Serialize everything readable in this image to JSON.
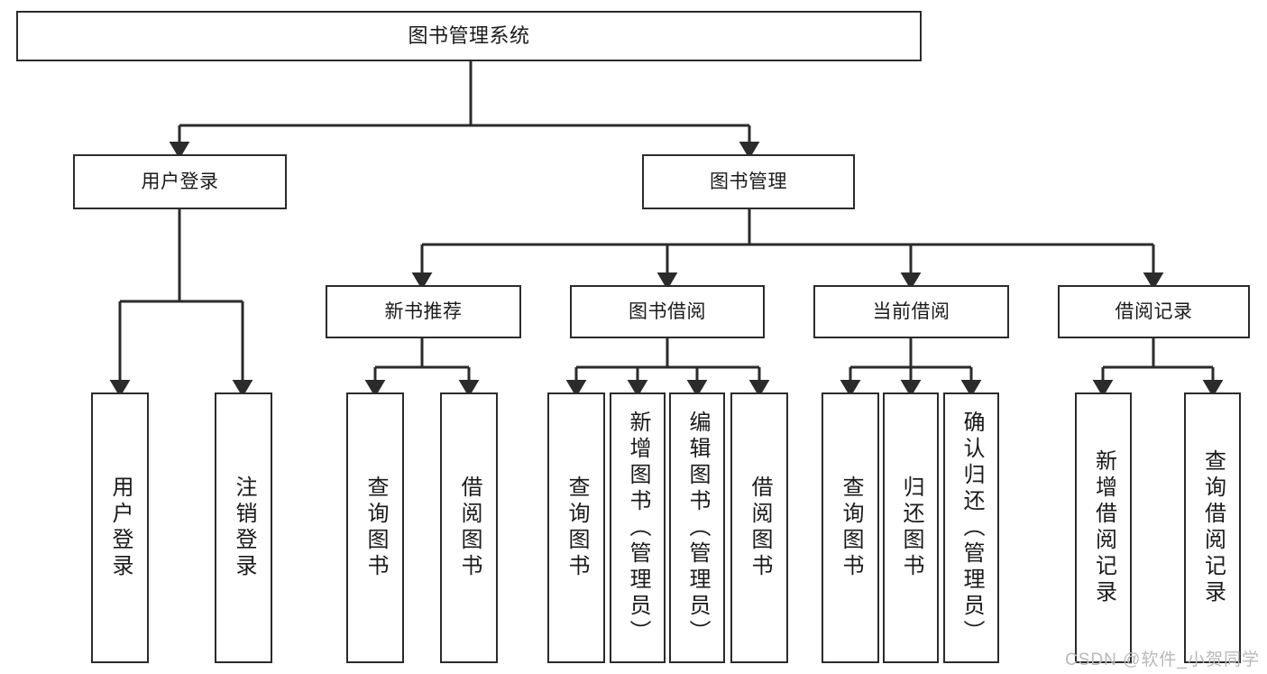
{
  "diagram": {
    "title": "图书管理系统",
    "type": "tree",
    "stroke_color": "#2b2b2b",
    "fill_color": "#ffffff",
    "text_color": "#1a1a1a"
  },
  "root": {
    "label": "图书管理系统"
  },
  "level2": [
    {
      "label": "用户登录"
    },
    {
      "label": "图书管理"
    }
  ],
  "level3": [
    {
      "label": "新书推荐"
    },
    {
      "label": "图书借阅"
    },
    {
      "label": "当前借阅"
    },
    {
      "label": "借阅记录"
    }
  ],
  "leaves": {
    "user_login": [
      {
        "label": "用户登录"
      },
      {
        "label": "注销登录"
      }
    ],
    "new_book": [
      {
        "label": "查询图书"
      },
      {
        "label": "借阅图书"
      }
    ],
    "borrow_book": [
      {
        "label": "查询图书"
      },
      {
        "label": "新增图书（管理员）"
      },
      {
        "label": "编辑图书（管理员）"
      },
      {
        "label": "借阅图书"
      }
    ],
    "current_borrow": [
      {
        "label": "查询图书"
      },
      {
        "label": "归还图书"
      },
      {
        "label": "确认归还（管理员）"
      }
    ],
    "borrow_record": [
      {
        "label": "新增借阅记录"
      },
      {
        "label": "查询借阅记录"
      }
    ]
  },
  "watermark": {
    "text": "CSDN @软件_小贺同学"
  }
}
